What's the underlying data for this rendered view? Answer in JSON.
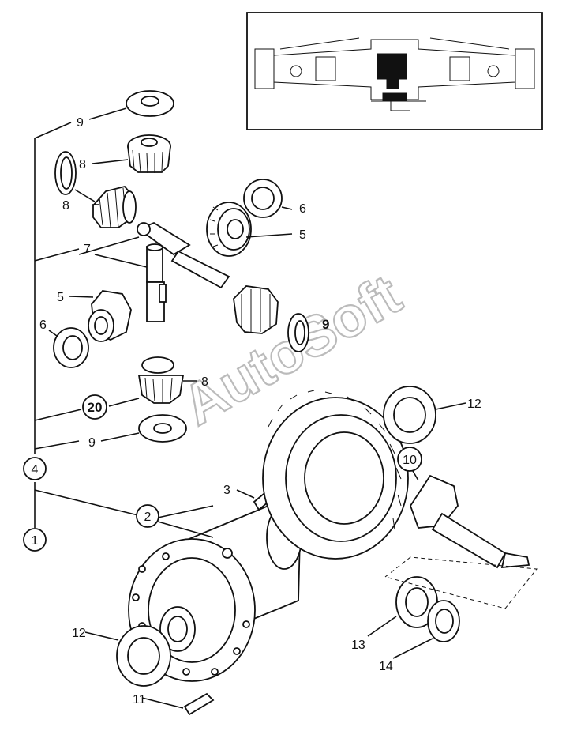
{
  "labels": {
    "l1": "1",
    "l2": "2",
    "l3": "3",
    "l4": "4",
    "l5a": "5",
    "l5b": "5",
    "l6a": "6",
    "l6b": "6",
    "l7": "7",
    "l8a": "8",
    "l8b": "8",
    "l8c": "8",
    "l9a": "9",
    "l9b": "9",
    "l9c": "9",
    "l10": "10",
    "l11": "11",
    "l12a": "12",
    "l12b": "12",
    "l13": "13",
    "l14": "14",
    "l20": "20"
  },
  "watermark": "AutoSoft"
}
